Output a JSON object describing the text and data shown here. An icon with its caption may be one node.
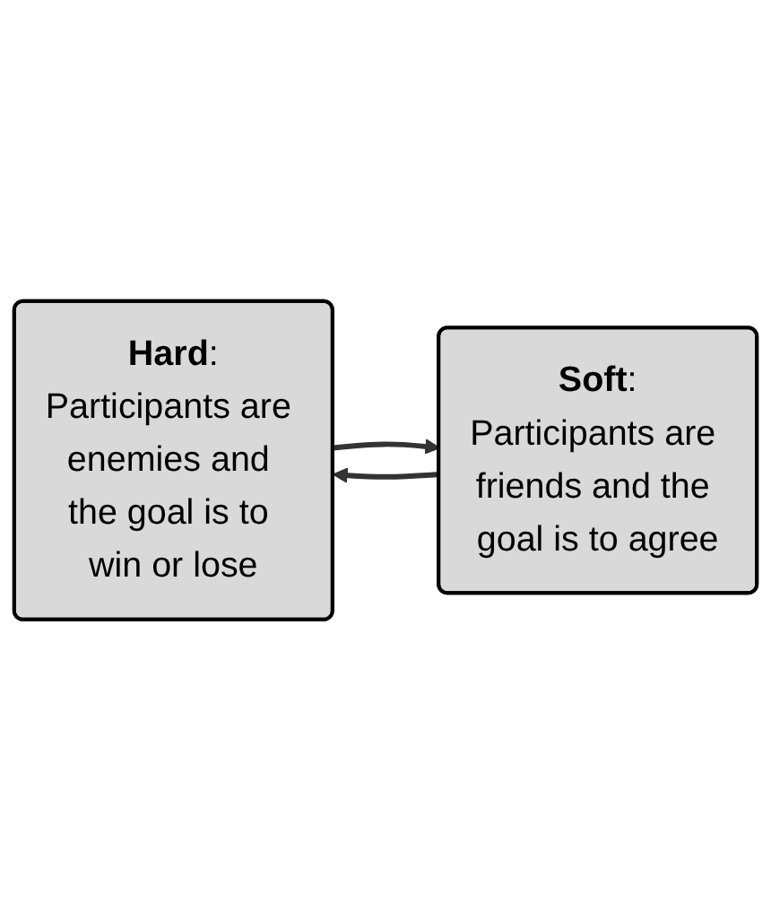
{
  "diagram": {
    "nodes": [
      {
        "text": [
          "**Hard**:",
          "Participants are enemies and the goal is to win or lose"
        ]
      },
      {
        "text": [
          "**Soft**:",
          "Participants are friends and the goal is to agree"
        ]
      }
    ],
    "edges": [
      {
        "from": 0,
        "to": 1,
        "arrow": "to"
      },
      {
        "from": 1,
        "to": 0,
        "arrow": "to"
      }
    ]
  }
}
